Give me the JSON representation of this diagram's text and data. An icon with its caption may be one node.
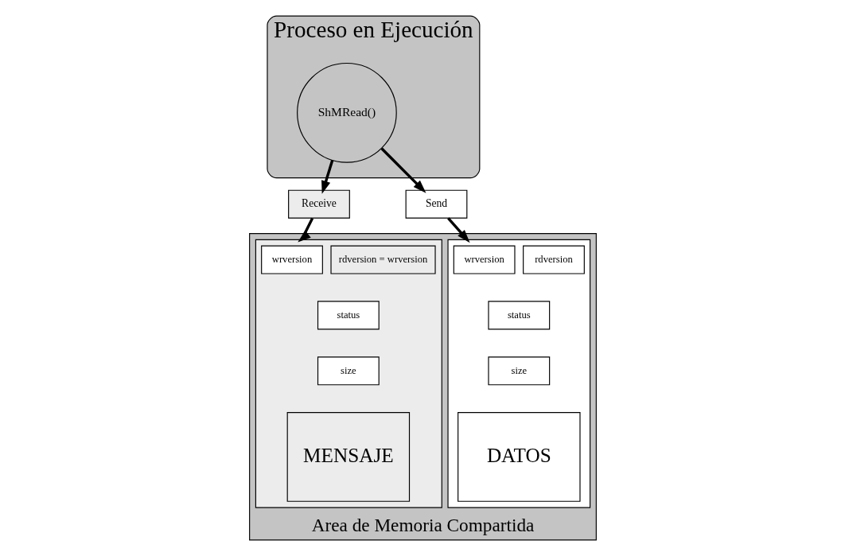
{
  "diagram": {
    "nodes": [
      {
        "text": [
          "Proceso en Ejecución"
        ]
      },
      {
        "text": [
          "ShMRead()"
        ],
        "in": 0
      },
      {
        "text": [
          "Receive"
        ]
      },
      {
        "text": [
          "Send"
        ]
      },
      {
        "text": [
          "Area de Memoria Compartida"
        ]
      },
      {
        "text": [],
        "shape": "box",
        "in": 4
      },
      {
        "text": [
          "wrversion"
        ],
        "in": 5
      },
      {
        "text": [
          "rdversion"
        ],
        "in": 5
      },
      {
        "text": [
          "status"
        ],
        "in": 5
      },
      {
        "text": [
          "size"
        ],
        "in": 5
      },
      {
        "text": [
          "DATOS"
        ],
        "in": 5
      },
      {
        "text": [],
        "shape": "box",
        "in": 4
      },
      {
        "text": [
          "wrversion"
        ],
        "in": 11
      },
      {
        "text": [
          "rdversion = wrversion"
        ],
        "in": 11
      },
      {
        "text": [
          "status"
        ],
        "in": 11
      },
      {
        "text": [
          "size"
        ],
        "in": 11
      },
      {
        "text": [
          "MENSAJE"
        ],
        "in": 11
      }
    ],
    "edges": [
      {
        "from": 1,
        "to": 2,
        "arrow": "to"
      },
      {
        "from": 1,
        "to": 3,
        "arrow": "to"
      },
      {
        "from": 2,
        "to": 11,
        "arrow": "to"
      },
      {
        "from": 3,
        "to": 5,
        "arrow": "to"
      }
    ]
  }
}
